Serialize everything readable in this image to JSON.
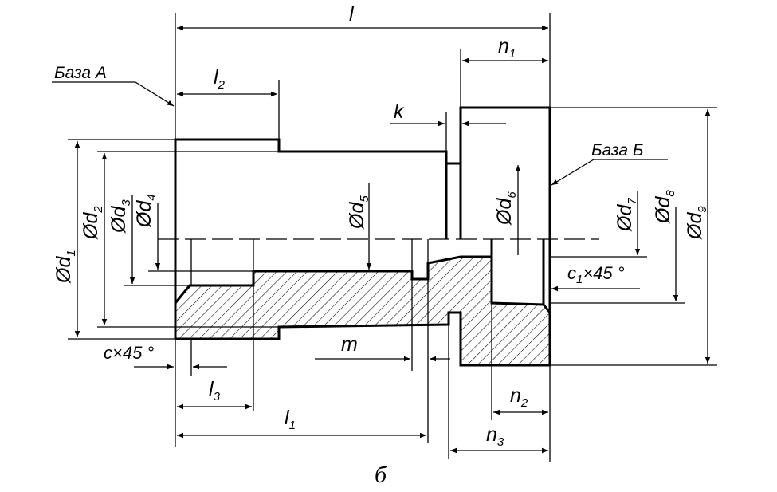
{
  "labels": {
    "l": "l",
    "l1": "l",
    "l1_sub": "1",
    "l2": "l",
    "l2_sub": "2",
    "l3": "l",
    "l3_sub": "3",
    "n1": "n",
    "n1_sub": "1",
    "n2": "n",
    "n2_sub": "2",
    "n3": "n",
    "n3_sub": "3",
    "k": "k",
    "m": "m",
    "base_a": "База А",
    "base_b": "База Б",
    "chamfer_c": "c×45 °",
    "chamfer_c1_c": "c",
    "chamfer_c1_sub": "1",
    "chamfer_c1_rest": "×45 °",
    "d1": "Ød",
    "d1_sub": "1",
    "d2": "Ød",
    "d2_sub": "2",
    "d3": "Ød",
    "d3_sub": "3",
    "d4": "Ød",
    "d4_sub": "4",
    "d5": "Ød",
    "d5_sub": "5",
    "d6": "Ød",
    "d6_sub": "6",
    "d7": "Ød",
    "d7_sub": "7",
    "d8": "Ød",
    "d8_sub": "8",
    "d9": "Ød",
    "d9_sub": "9",
    "caption": "б"
  }
}
